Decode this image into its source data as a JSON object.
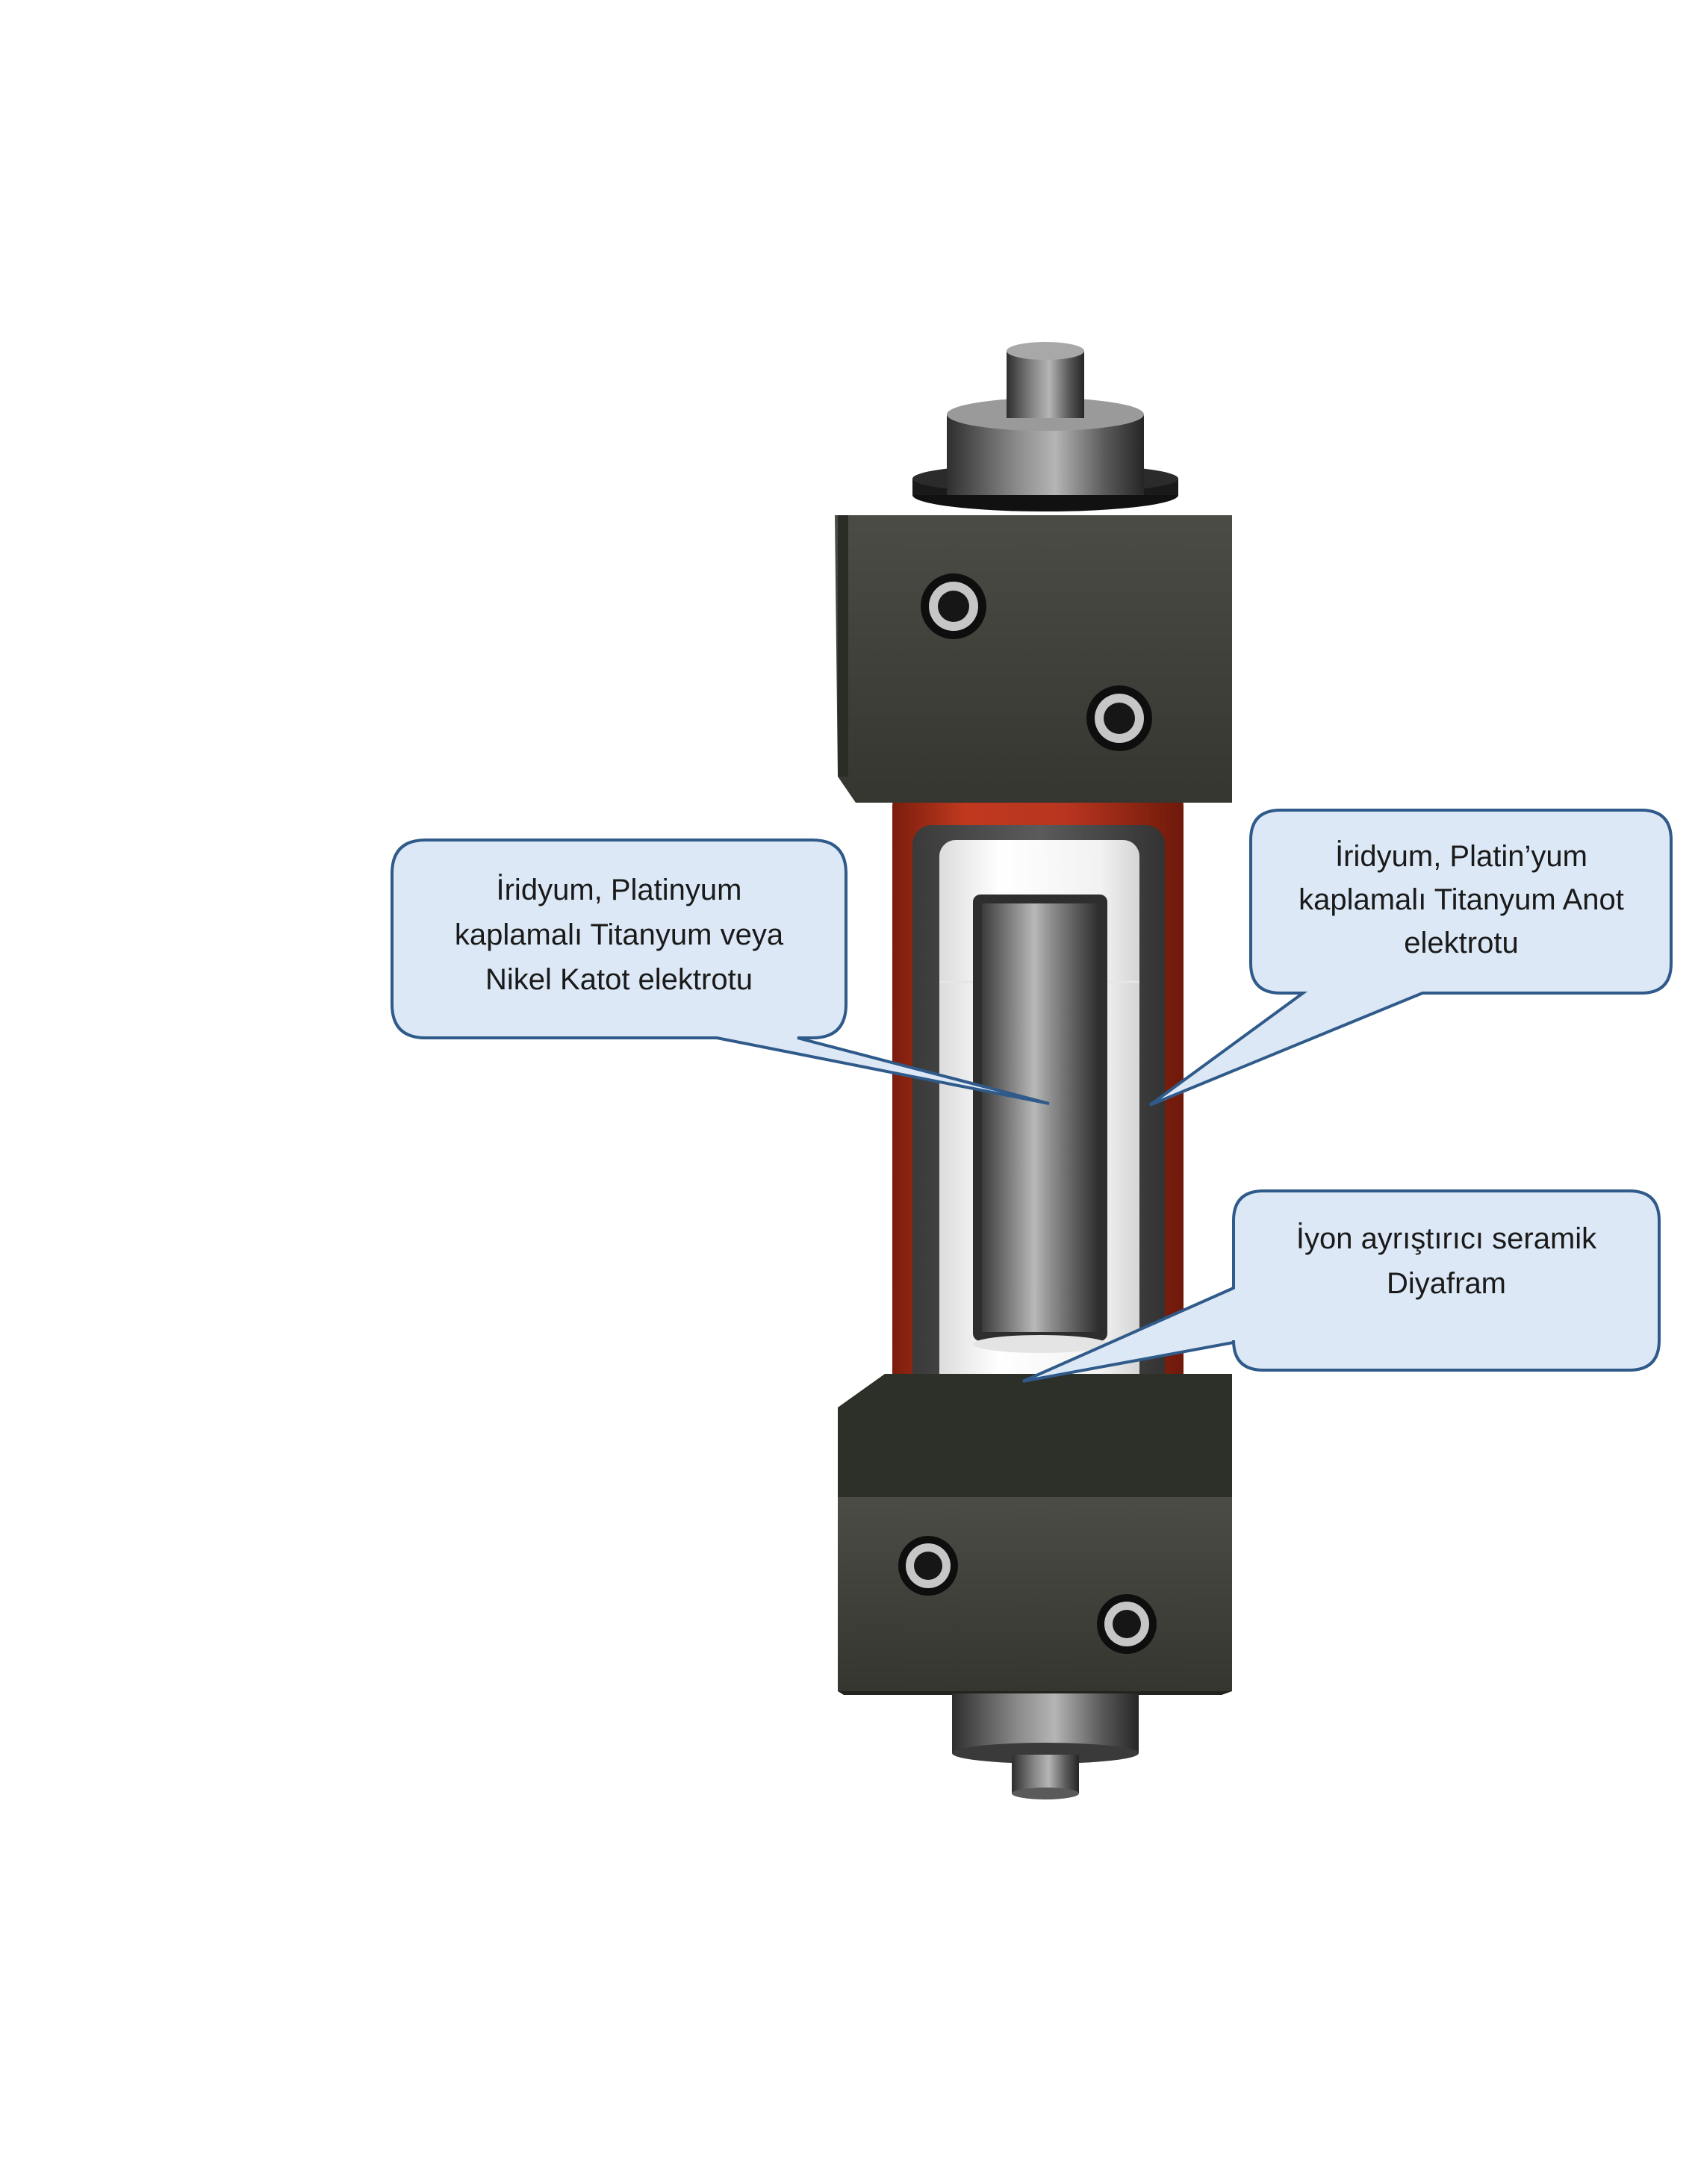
{
  "callouts": {
    "cathode": {
      "lines": [
        "İridyum, Platinyum",
        "kaplamalı Titanyum veya",
        "Nikel Katot elektrotu"
      ]
    },
    "anode": {
      "lines": [
        "İridyum, Platin’yum",
        "kaplamalı Titanyum Anot",
        "elektrotu"
      ]
    },
    "diaphragm": {
      "lines": [
        "İyon ayrıştırıcı seramik",
        "Diyafram"
      ]
    }
  },
  "colors": {
    "callout_fill": "#dce8f5",
    "callout_stroke": "#2f5a8a",
    "body_red": "#b8351f",
    "block_dark": "#3b3d36",
    "ceramic_white": "#f4f4f4"
  }
}
